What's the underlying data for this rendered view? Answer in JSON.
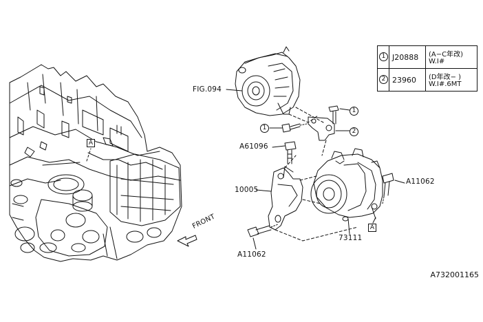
{
  "labels": {
    "fig": "FIG.094",
    "a61096": "A61096",
    "p10005": "10005",
    "a11062_right": "A11062",
    "a11062_bottom": "A11062",
    "p73111": "73111",
    "front": "FRONT",
    "ref_code": "A732001165"
  },
  "markers": {
    "box_a_engine": "A",
    "box_a_compressor": "A",
    "circle_1_top": "1",
    "circle_1_left": "1",
    "circle_2": "2"
  },
  "legend": {
    "rows": [
      {
        "index": "1",
        "part": "J20888",
        "note1": "(A−C年改)",
        "note2": "W.I#"
      },
      {
        "index": "2",
        "part": "23960",
        "note1": "(D年改− )",
        "note2": "W.I#.6MT"
      }
    ]
  }
}
